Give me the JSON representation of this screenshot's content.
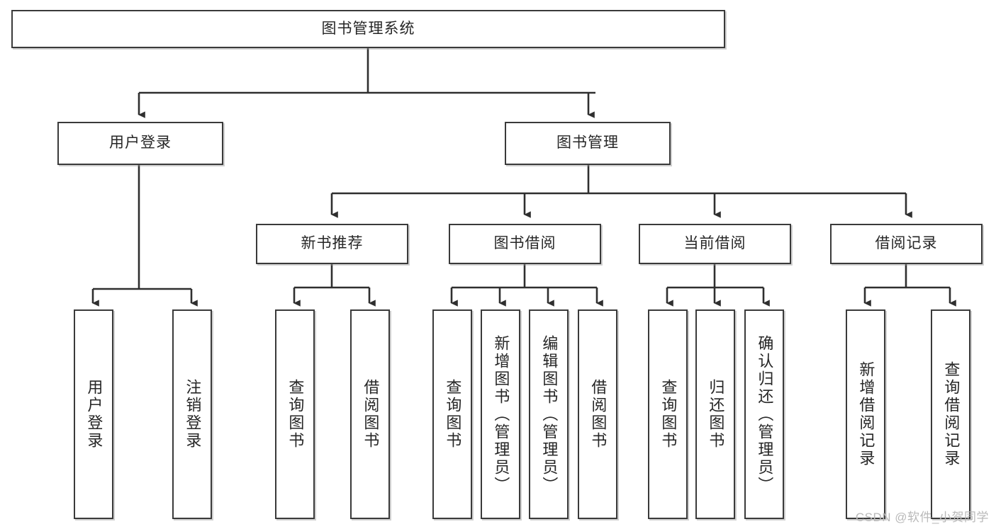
{
  "diagram": {
    "title": "图书管理系统",
    "watermark": "CSDN @软件_小贺同学",
    "colors": {
      "border": "#3a3a3a",
      "background": "#ffffff",
      "text": "#262626",
      "watermark": "#b9b9b9",
      "connector": "#2f2f2f"
    },
    "levels": {
      "root": {
        "label": "图书管理系统"
      },
      "level2": [
        {
          "label": "用户登录"
        },
        {
          "label": "图书管理"
        }
      ],
      "level3": [
        {
          "label": "新书推荐"
        },
        {
          "label": "图书借阅"
        },
        {
          "label": "当前借阅"
        },
        {
          "label": "借阅记录"
        }
      ],
      "leaves": {
        "user_login": [
          {
            "label": "用户登录"
          },
          {
            "label": "注销登录"
          }
        ],
        "new_book_recommend": [
          {
            "label": "查询图书"
          },
          {
            "label": "借阅图书"
          }
        ],
        "book_borrow": [
          {
            "label": "查询图书"
          },
          {
            "label": "新增图书（管理员）"
          },
          {
            "label": "编辑图书（管理员）"
          },
          {
            "label": "借阅图书"
          }
        ],
        "current_borrow": [
          {
            "label": "查询图书"
          },
          {
            "label": "归还图书"
          },
          {
            "label": "确认归还（管理员）"
          }
        ],
        "borrow_record": [
          {
            "label": "新增借阅记录"
          },
          {
            "label": "查询借阅记录"
          }
        ]
      }
    }
  }
}
